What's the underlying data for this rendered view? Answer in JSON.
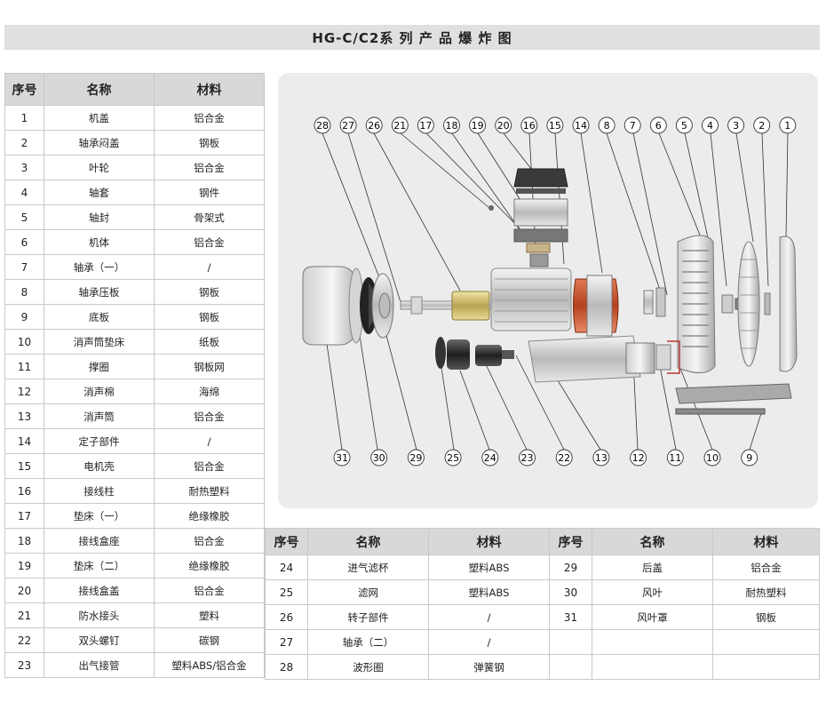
{
  "title": "HG-C/C2系 列 产 品 爆 炸 图",
  "headers": {
    "no": "序号",
    "name": "名称",
    "material": "材料"
  },
  "left_rows": [
    {
      "no": "1",
      "name": "机盖",
      "material": "铝合金"
    },
    {
      "no": "2",
      "name": "轴承闷盖",
      "material": "钢板"
    },
    {
      "no": "3",
      "name": "叶轮",
      "material": "铝合金"
    },
    {
      "no": "4",
      "name": "轴套",
      "material": "钢件"
    },
    {
      "no": "5",
      "name": "轴封",
      "material": "骨架式"
    },
    {
      "no": "6",
      "name": "机体",
      "material": "铝合金"
    },
    {
      "no": "7",
      "name": "轴承（一）",
      "material": "/"
    },
    {
      "no": "8",
      "name": "轴承压板",
      "material": "钢板"
    },
    {
      "no": "9",
      "name": "底板",
      "material": "钢板"
    },
    {
      "no": "10",
      "name": "消声筒垫床",
      "material": "纸板"
    },
    {
      "no": "11",
      "name": "撑圈",
      "material": "钢板网"
    },
    {
      "no": "12",
      "name": "消声棉",
      "material": "海绵"
    },
    {
      "no": "13",
      "name": "消声筒",
      "material": "铝合金"
    },
    {
      "no": "14",
      "name": "定子部件",
      "material": "/"
    },
    {
      "no": "15",
      "name": "电机壳",
      "material": "铝合金"
    },
    {
      "no": "16",
      "name": "接线柱",
      "material": "耐热塑料"
    },
    {
      "no": "17",
      "name": "垫床（一）",
      "material": "绝缘橡胶"
    },
    {
      "no": "18",
      "name": "接线盒座",
      "material": "铝合金"
    },
    {
      "no": "19",
      "name": "垫床（二）",
      "material": "绝缘橡胶"
    },
    {
      "no": "20",
      "name": "接线盒盖",
      "material": "铝合金"
    },
    {
      "no": "21",
      "name": "防水接头",
      "material": "塑料"
    },
    {
      "no": "22",
      "name": "双头螺钉",
      "material": "碳钢"
    },
    {
      "no": "23",
      "name": "出气接管",
      "material": "塑料ABS/铝合金"
    }
  ],
  "right_rows_a": [
    {
      "no": "24",
      "name": "进气滤杯",
      "material": "塑料ABS"
    },
    {
      "no": "25",
      "name": "滤网",
      "material": "塑料ABS"
    },
    {
      "no": "26",
      "name": "转子部件",
      "material": "/"
    },
    {
      "no": "27",
      "name": "轴承（二）",
      "material": "/"
    },
    {
      "no": "28",
      "name": "波形圈",
      "material": "弹簧钢"
    }
  ],
  "right_rows_b": [
    {
      "no": "29",
      "name": "后盖",
      "material": "铝合金"
    },
    {
      "no": "30",
      "name": "风叶",
      "material": "耐热塑料"
    },
    {
      "no": "31",
      "name": "风叶罩",
      "material": "钢板"
    },
    {
      "no": "",
      "name": "",
      "material": ""
    },
    {
      "no": "",
      "name": "",
      "material": ""
    }
  ],
  "diagram": {
    "top_callouts": [
      "28",
      "27",
      "26",
      "21",
      "17",
      "18",
      "19",
      "20",
      "16",
      "15",
      "14",
      "8",
      "7",
      "6",
      "5",
      "4",
      "3",
      "2",
      "1"
    ],
    "bottom_callouts": [
      "31",
      "30",
      "29",
      "25",
      "24",
      "23",
      "22",
      "13",
      "12",
      "11",
      "10",
      "9"
    ]
  }
}
